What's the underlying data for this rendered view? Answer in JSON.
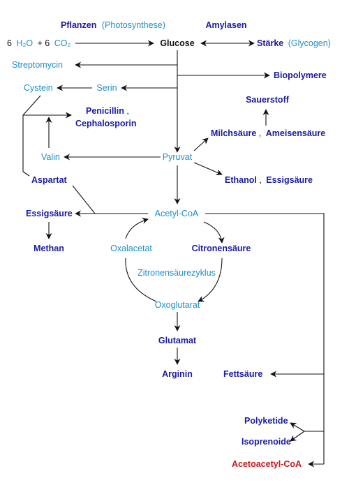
{
  "colors": {
    "product": "#1a1aa6",
    "intermediate": "#1e90c8",
    "neutral": "#111111",
    "highlight": "#c8171e",
    "line": "#111111"
  },
  "labels": {
    "pflanzen": "Pflanzen",
    "photosynthese": "(Photosynthese)",
    "amylasen": "Amylasen",
    "formula_6a": "6",
    "formula_h2o": "H₂O",
    "formula_plus6": "+ 6",
    "formula_co2": "CO₂",
    "glucose": "Glucose",
    "staerke": "Stärke",
    "glycogen": "(Glycogen)",
    "streptomycin": "Streptomycin",
    "biopolymere": "Biopolymere",
    "cystein": "Cystein",
    "serin": "Serin",
    "sauerstoff": "Sauerstoff",
    "penicillin": "Penicillin",
    "comma": ",",
    "cephalosporin": "Cephalosporin",
    "milchsaeure": "Milchsäure",
    "ameisensaeure": "Ameisensäure",
    "valin": "Valin",
    "pyruvat": "Pyruvat",
    "aspartat": "Aspartat",
    "ethanol": "Ethanol",
    "essigsaeure_right": "Essigsäure",
    "essigsaeure_left": "Essigsäure",
    "acetyl_coa": "Acetyl-CoA",
    "methan": "Methan",
    "oxalacetat": "Oxalacetat",
    "citronensaeure": "Citronensäure",
    "zyklus": "Zitronensäurezyklus",
    "oxoglutarat": "Oxoglutarat",
    "glutamat": "Glutamat",
    "arginin": "Arginin",
    "fettsaeure": "Fettsäure",
    "polyketide": "Polyketide",
    "isoprenoide": "Isoprenoide",
    "acetoacetyl_coa": "Acetoacetyl-CoA"
  }
}
